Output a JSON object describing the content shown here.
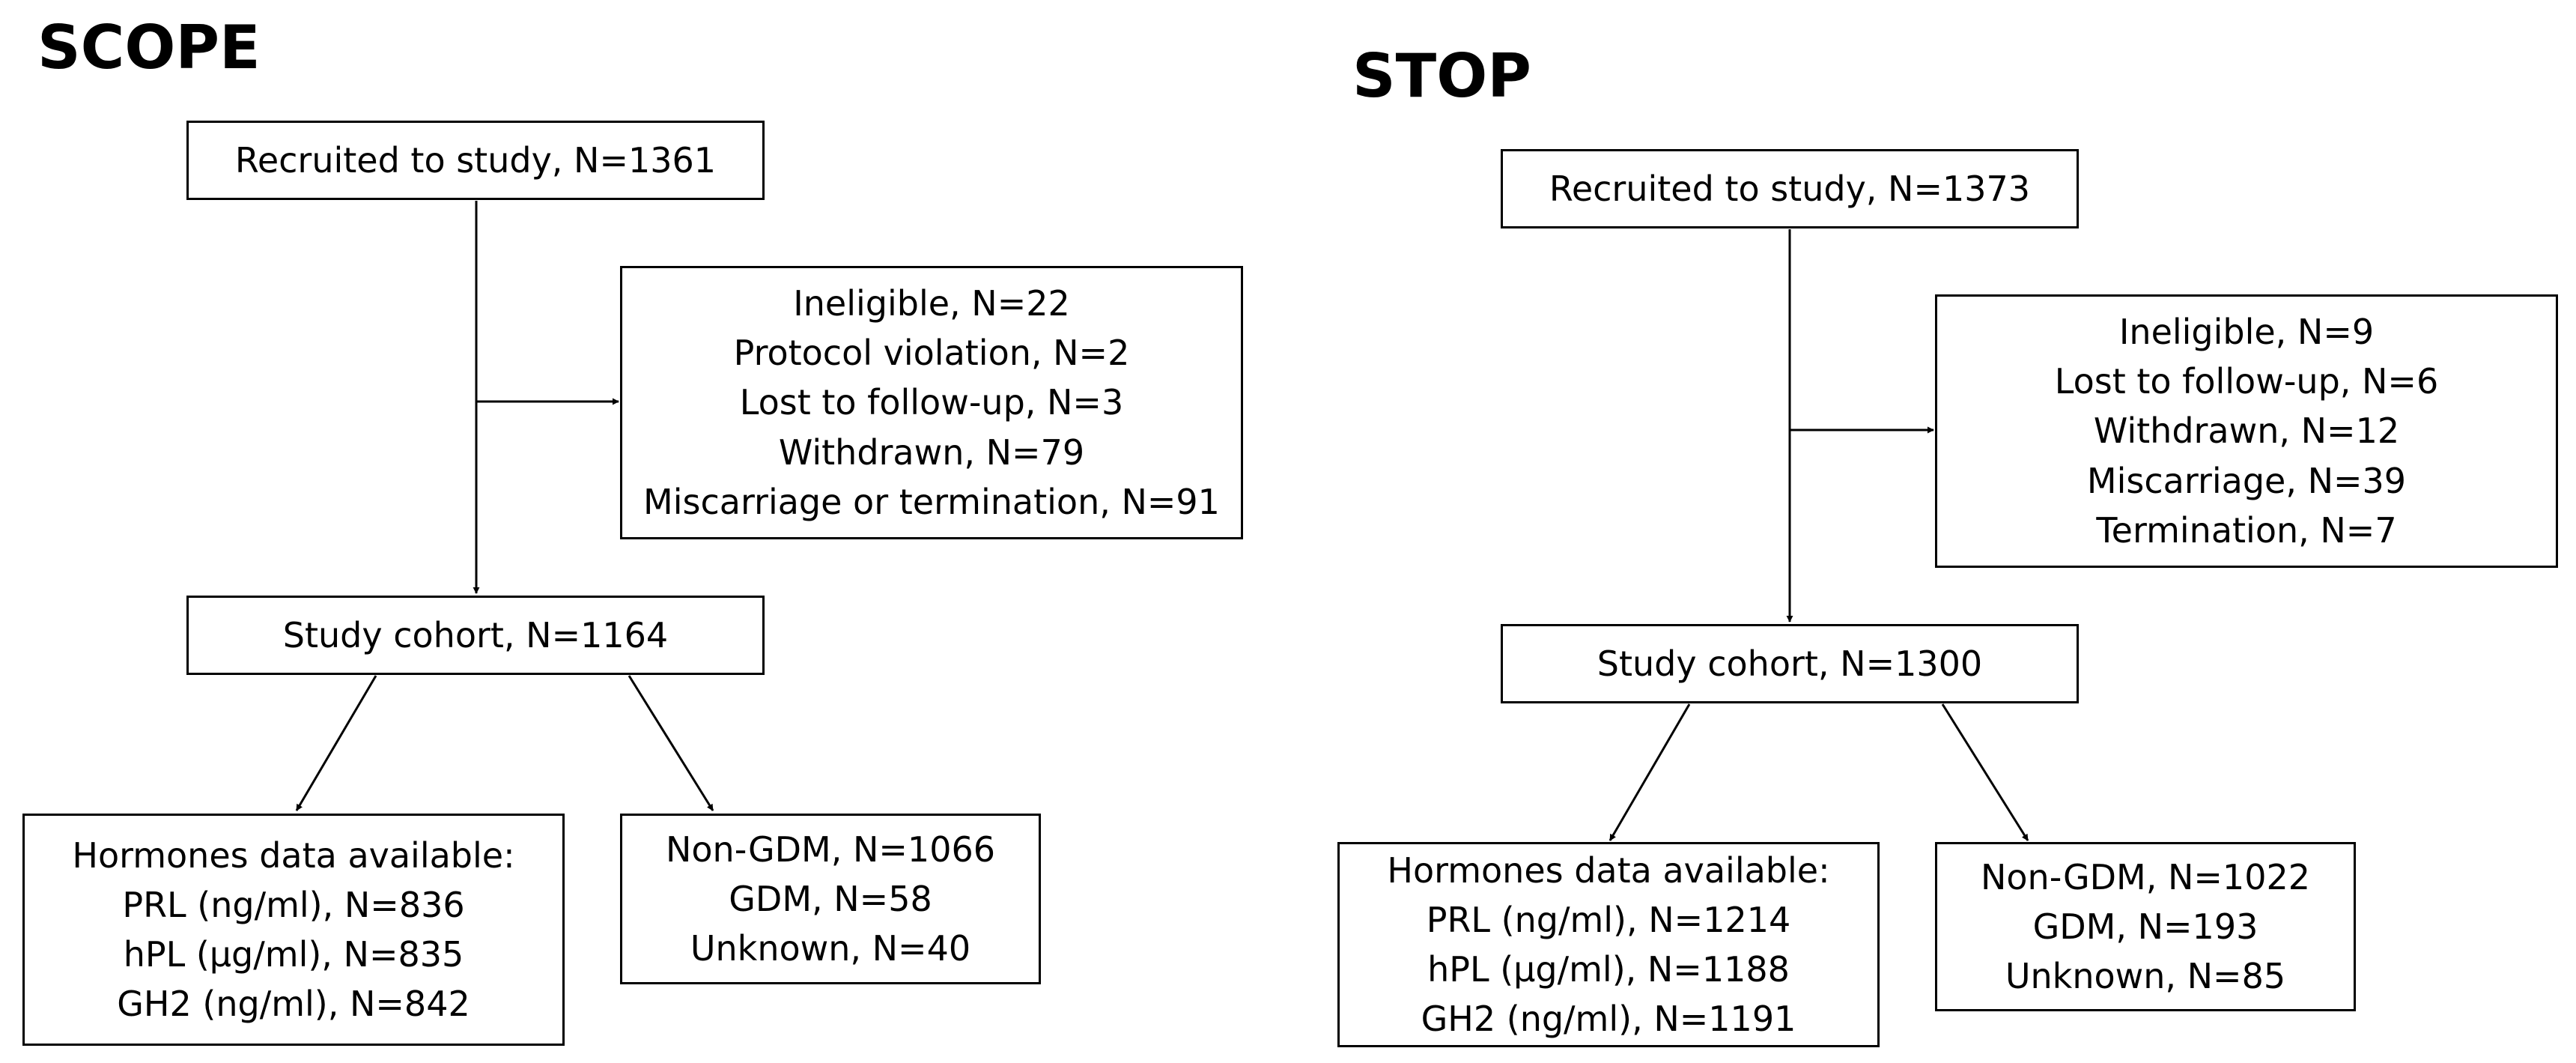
{
  "scope": {
    "title": "SCOPE",
    "recruited": "Recruited to study, N=1361",
    "exclusions": [
      "Ineligible, N=22",
      "Protocol violation, N=2",
      "Lost to follow-up, N=3",
      "Withdrawn, N=79",
      "Miscarriage or termination, N=91"
    ],
    "cohort": "Study cohort, N=1164",
    "hormones": [
      "Hormones data available:",
      "PRL (ng/ml), N=836",
      "hPL (µg/ml), N=835",
      "GH2 (ng/ml), N=842"
    ],
    "gdm": [
      "Non-GDM, N=1066",
      "GDM, N=58",
      "Unknown, N=40"
    ]
  },
  "stop": {
    "title": "STOP",
    "recruited": "Recruited to study, N=1373",
    "exclusions": [
      "Ineligible, N=9",
      "Lost to follow-up, N=6",
      "Withdrawn, N=12",
      "Miscarriage, N=39",
      "Termination, N=7"
    ],
    "cohort": "Study cohort, N=1300",
    "hormones": [
      "Hormones data available:",
      "PRL (ng/ml), N=1214",
      "hPL (µg/ml), N=1188",
      "GH2 (ng/ml), N=1191"
    ],
    "gdm": [
      "Non-GDM, N=1022",
      "GDM, N=193",
      "Unknown, N=85"
    ]
  }
}
